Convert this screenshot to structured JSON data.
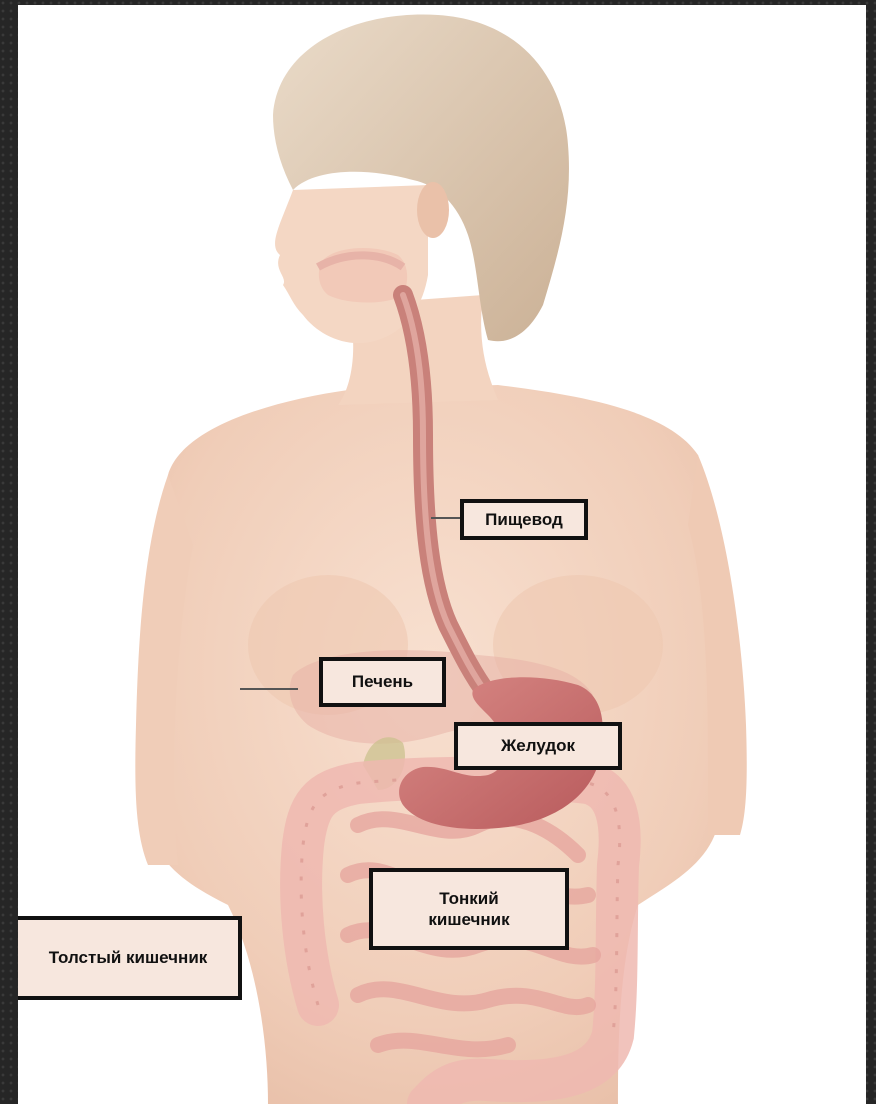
{
  "labels": {
    "esophagus": "Пищевод",
    "liver": "Печень",
    "stomach": "Желудок",
    "small_intestine": "Тонкий\nкишечник",
    "large_intestine": "Толстый кишечник"
  },
  "colors": {
    "background": "#262626",
    "panel": "#ffffff",
    "label_fill": "#f7e7de",
    "label_border": "#111111",
    "skin": "#f2d3bf",
    "hair": "#d9c2aa",
    "esophagus": "#c9817a",
    "stomach": "#c86a6a",
    "intestine": "#e8a9a2"
  }
}
